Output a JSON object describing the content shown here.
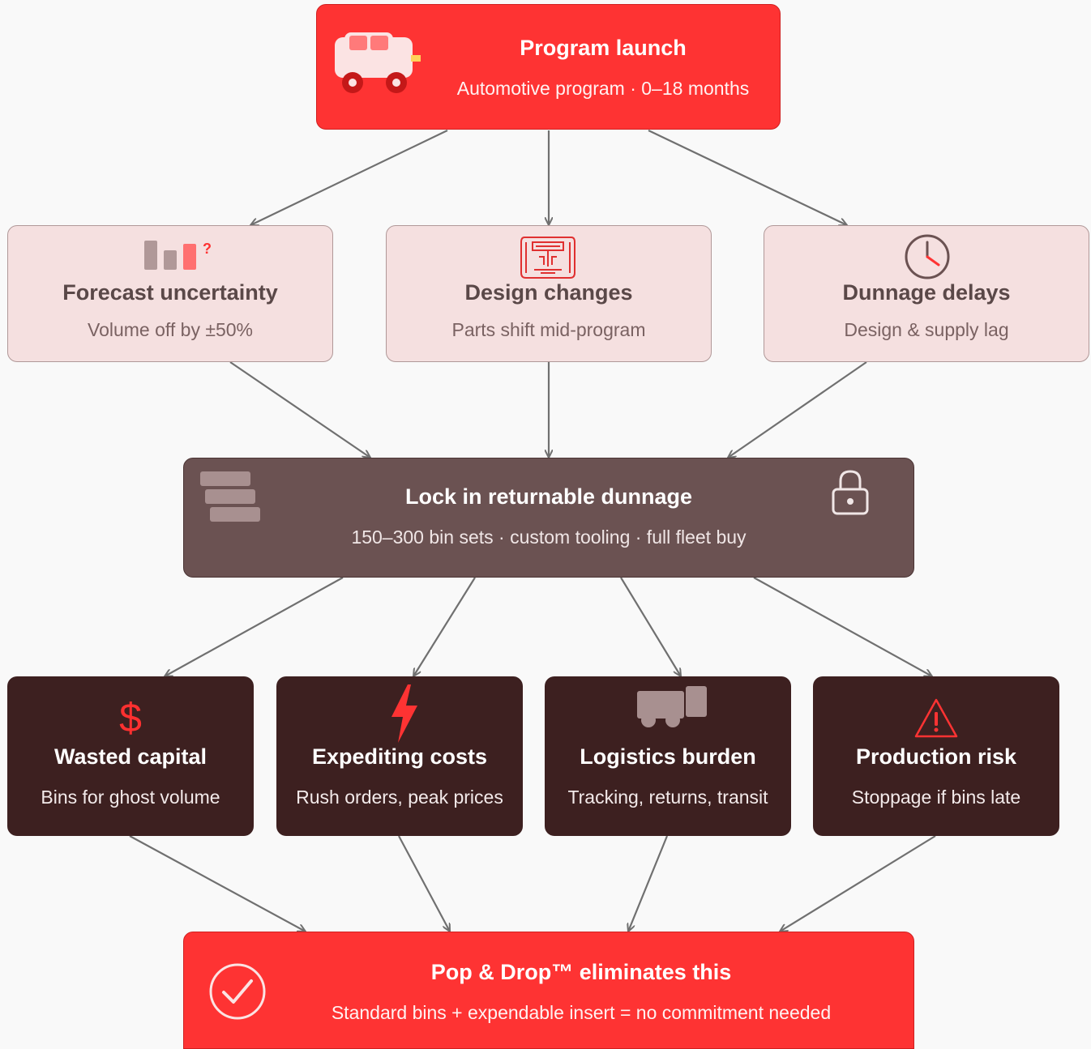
{
  "top": {
    "title": "Program launch",
    "subtitle": "Automotive program · 0–18 months",
    "icon": "car-icon"
  },
  "causes": [
    {
      "title": "Forecast uncertainty",
      "subtitle": "Volume off by ±50%",
      "icon": "bar-chart-question-icon"
    },
    {
      "title": "Design changes",
      "subtitle": "Parts shift mid-program",
      "icon": "blueprint-icon"
    },
    {
      "title": "Dunnage delays",
      "subtitle": "Design & supply lag",
      "icon": "clock-icon"
    }
  ],
  "lock": {
    "title": "Lock in returnable dunnage",
    "subtitle": "150–300 bin sets · custom tooling · full fleet buy",
    "icons": [
      "stacked-bins-icon",
      "padlock-icon"
    ]
  },
  "effects": [
    {
      "title": "Wasted capital",
      "subtitle": "Bins for ghost volume",
      "icon": "dollar-icon"
    },
    {
      "title": "Expediting costs",
      "subtitle": "Rush orders, peak prices",
      "icon": "lightning-icon"
    },
    {
      "title": "Logistics burden",
      "subtitle": "Tracking, returns, transit",
      "icon": "truck-icon"
    },
    {
      "title": "Production risk",
      "subtitle": "Stoppage if bins late",
      "icon": "warning-icon"
    }
  ],
  "solution": {
    "title": "Pop & Drop™ eliminates this",
    "subtitle": "Standard bins + expendable insert = no commitment needed",
    "icon": "checkmark-circle-icon"
  },
  "colors": {
    "accent_red": "#fe3333",
    "pink_card": "#f5e0e0",
    "brown_card": "#6b5252",
    "dark_card": "#3d2020",
    "arrow": "#707070"
  }
}
